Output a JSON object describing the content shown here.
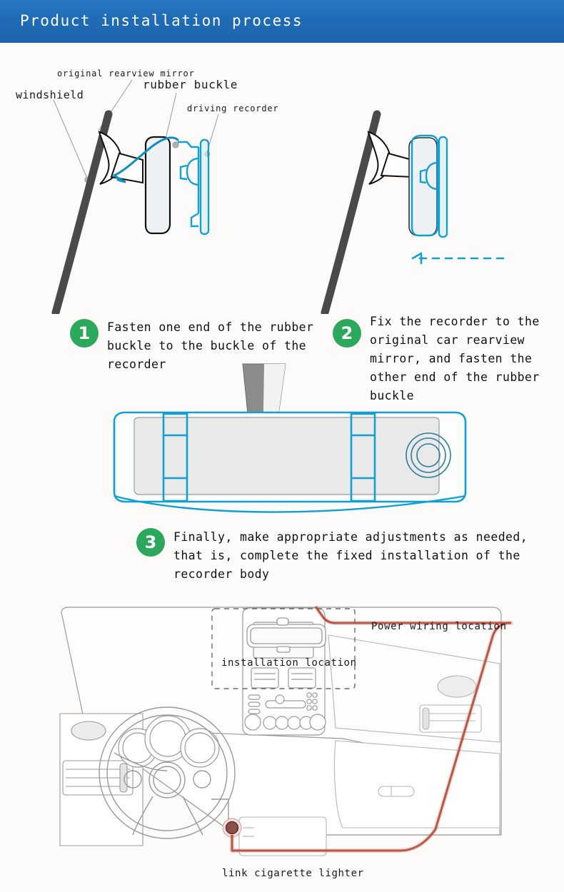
{
  "header": {
    "title": "Product installation process",
    "background_color": "#1f6cb6",
    "text_color": "#ffffff"
  },
  "colors": {
    "accent_blue": "#1f6cb6",
    "step_green": "#2ba85c",
    "device_cyan": "#12a0d0",
    "wire_red": "#8c2b1e",
    "line_gray": "#8a8a8a",
    "page_background": "#fdfbf9"
  },
  "top_illustration": {
    "callouts": [
      {
        "id": "windshield",
        "label": "windshield"
      },
      {
        "id": "original-mirror",
        "label": "original rearview mirror"
      },
      {
        "id": "rubber-buckle",
        "label": "rubber buckle"
      },
      {
        "id": "driving-recorder",
        "label": "driving recorder"
      }
    ],
    "arrow_direction": "left",
    "arrow_style": "dashed"
  },
  "steps": [
    {
      "number": "1",
      "text": "Fasten one end of the rubber buckle to the buckle of the recorder"
    },
    {
      "number": "2",
      "text": "Fix the recorder to the original car rearview mirror, and fasten the other end of the rubber buckle"
    },
    {
      "number": "3",
      "text": "Finally, make appropriate adjustments as needed, that is, complete the fixed installation of the recorder body"
    }
  ],
  "bottom_illustration": {
    "labels": [
      {
        "id": "installation-location",
        "label": "installation location"
      },
      {
        "id": "power-wiring-location",
        "label": "Power wiring location"
      },
      {
        "id": "link-cigarette-lighter",
        "label": "link cigarette lighter"
      }
    ]
  }
}
